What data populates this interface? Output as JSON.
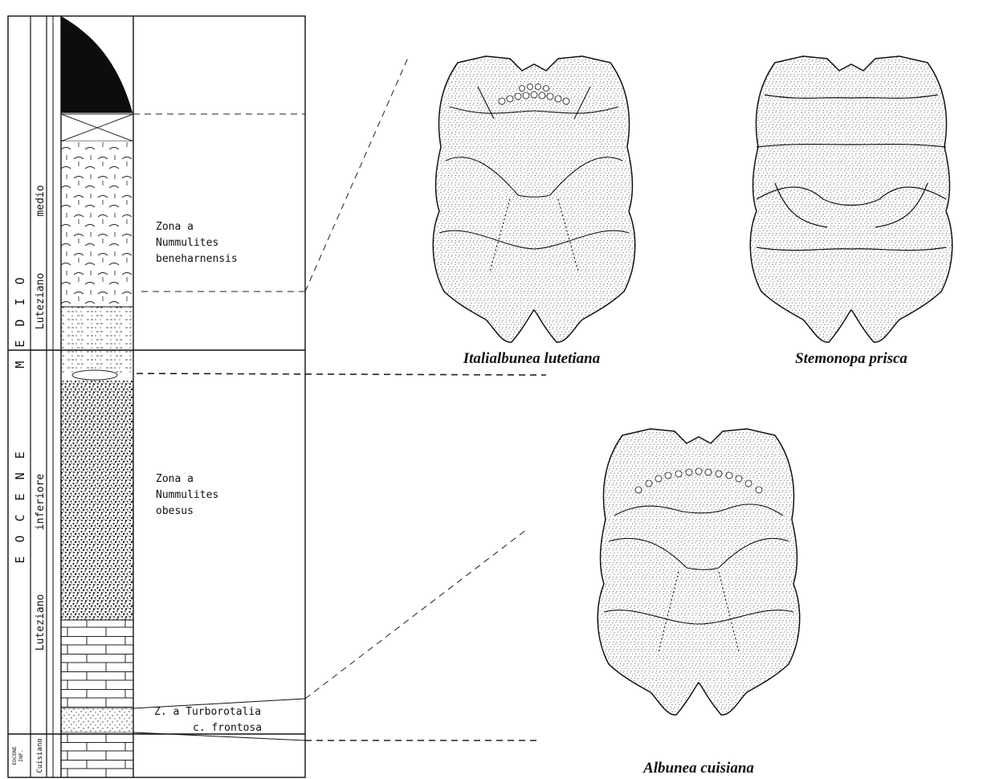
{
  "column": {
    "era_upper": "M E D I O",
    "era_lower": "E O C E N E",
    "stage_upper_stage": "Luteziano",
    "stage_upper_sub": "medio",
    "stage_lower_stage": "Luteziano",
    "stage_lower_sub": "inferiore",
    "bottom_era_line1": "EOCENE",
    "bottom_era_line2": "INF.",
    "bottom_stage": "Cuisiano"
  },
  "zones": {
    "z1": [
      "Zona a",
      "Nummulites",
      "beneharnensis"
    ],
    "z2": [
      "Zona a",
      "Nummulites",
      "obesus"
    ],
    "z3": [
      "Z. a Turborotalia",
      "c. frontosa"
    ]
  },
  "species": {
    "s1": "Italialbunea lutetiana",
    "s2": "Stemonopa prisca",
    "s3": "Albunea cuisiana"
  }
}
